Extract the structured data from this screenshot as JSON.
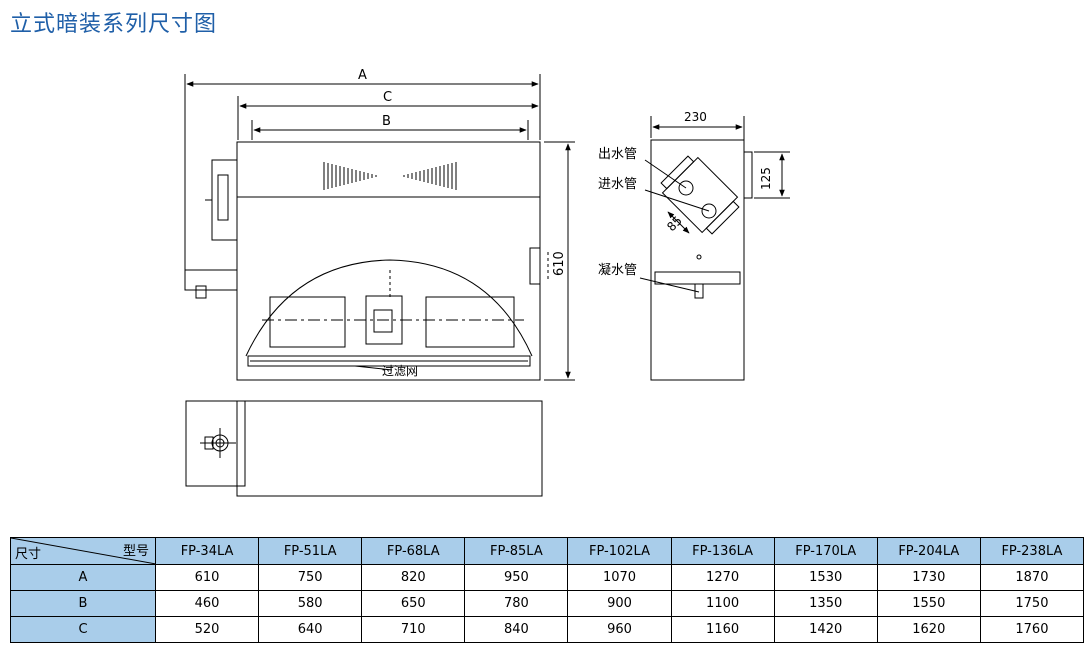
{
  "title": "立式暗装系列尺寸图",
  "drawing": {
    "dim_a": "A",
    "dim_c": "C",
    "dim_b": "B",
    "dim_610": "610",
    "dim_230": "230",
    "dim_125": "125",
    "dim_85": "85",
    "label_outlet": "出水管",
    "label_inlet": "进水管",
    "label_condensate": "凝水管",
    "label_filter": "过滤网"
  },
  "table": {
    "corner_model": "型号",
    "corner_size": "尺寸",
    "models": [
      "FP-34LA",
      "FP-51LA",
      "FP-68LA",
      "FP-85LA",
      "FP-102LA",
      "FP-136LA",
      "FP-170LA",
      "FP-204LA",
      "FP-238LA"
    ],
    "rows": [
      {
        "label": "A",
        "values": [
          "610",
          "750",
          "820",
          "950",
          "1070",
          "1270",
          "1530",
          "1730",
          "1870"
        ]
      },
      {
        "label": "B",
        "values": [
          "460",
          "580",
          "650",
          "780",
          "900",
          "1100",
          "1350",
          "1550",
          "1750"
        ]
      },
      {
        "label": "C",
        "values": [
          "520",
          "640",
          "710",
          "840",
          "960",
          "1160",
          "1420",
          "1620",
          "1760"
        ]
      }
    ],
    "header_color": "#a9cdea"
  }
}
